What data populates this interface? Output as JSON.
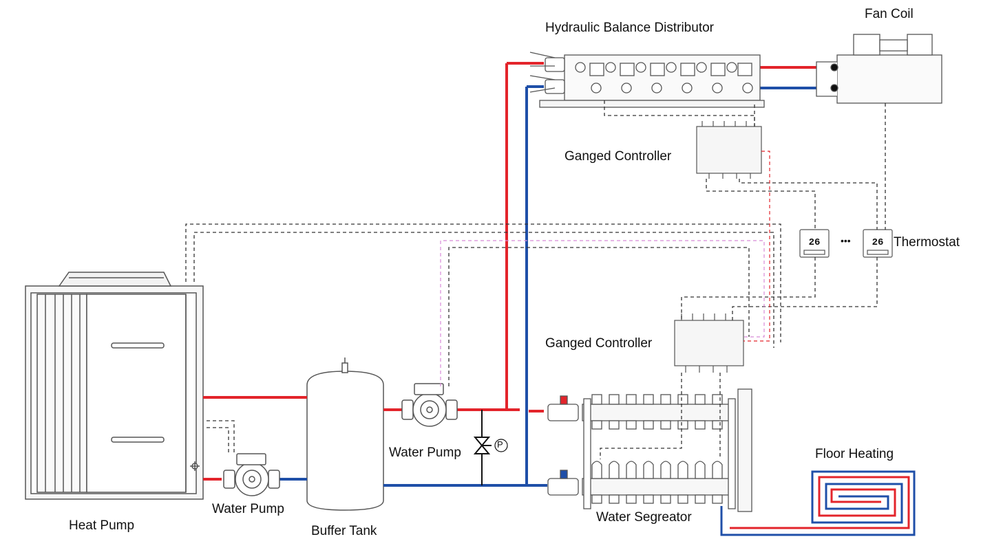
{
  "labels": {
    "hydraulic_balance_distributor": "Hydraulic Balance Distributor",
    "fan_coil": "Fan Coil",
    "ganged_controller_top": "Ganged Controller",
    "ganged_controller_bottom": "Ganged Controller",
    "thermostat": "Thermostat",
    "thermostat_ellipsis": "•••",
    "heat_pump": "Heat Pump",
    "water_pump_left": "Water Pump",
    "buffer_tank": "Buffer Tank",
    "water_pump_middle": "Water Pump",
    "water_segregator": "Water Segreator",
    "floor_heating": "Floor Heating",
    "pressure_symbol": "P",
    "thermostat_display_1": "26",
    "thermostat_display_2": "26"
  },
  "colors": {
    "supply_line": "#e3242b",
    "return_line": "#1f4fa8",
    "control_wire": "#333333",
    "pink_wire": "#d88ad8",
    "equipment_outline": "#555555"
  }
}
